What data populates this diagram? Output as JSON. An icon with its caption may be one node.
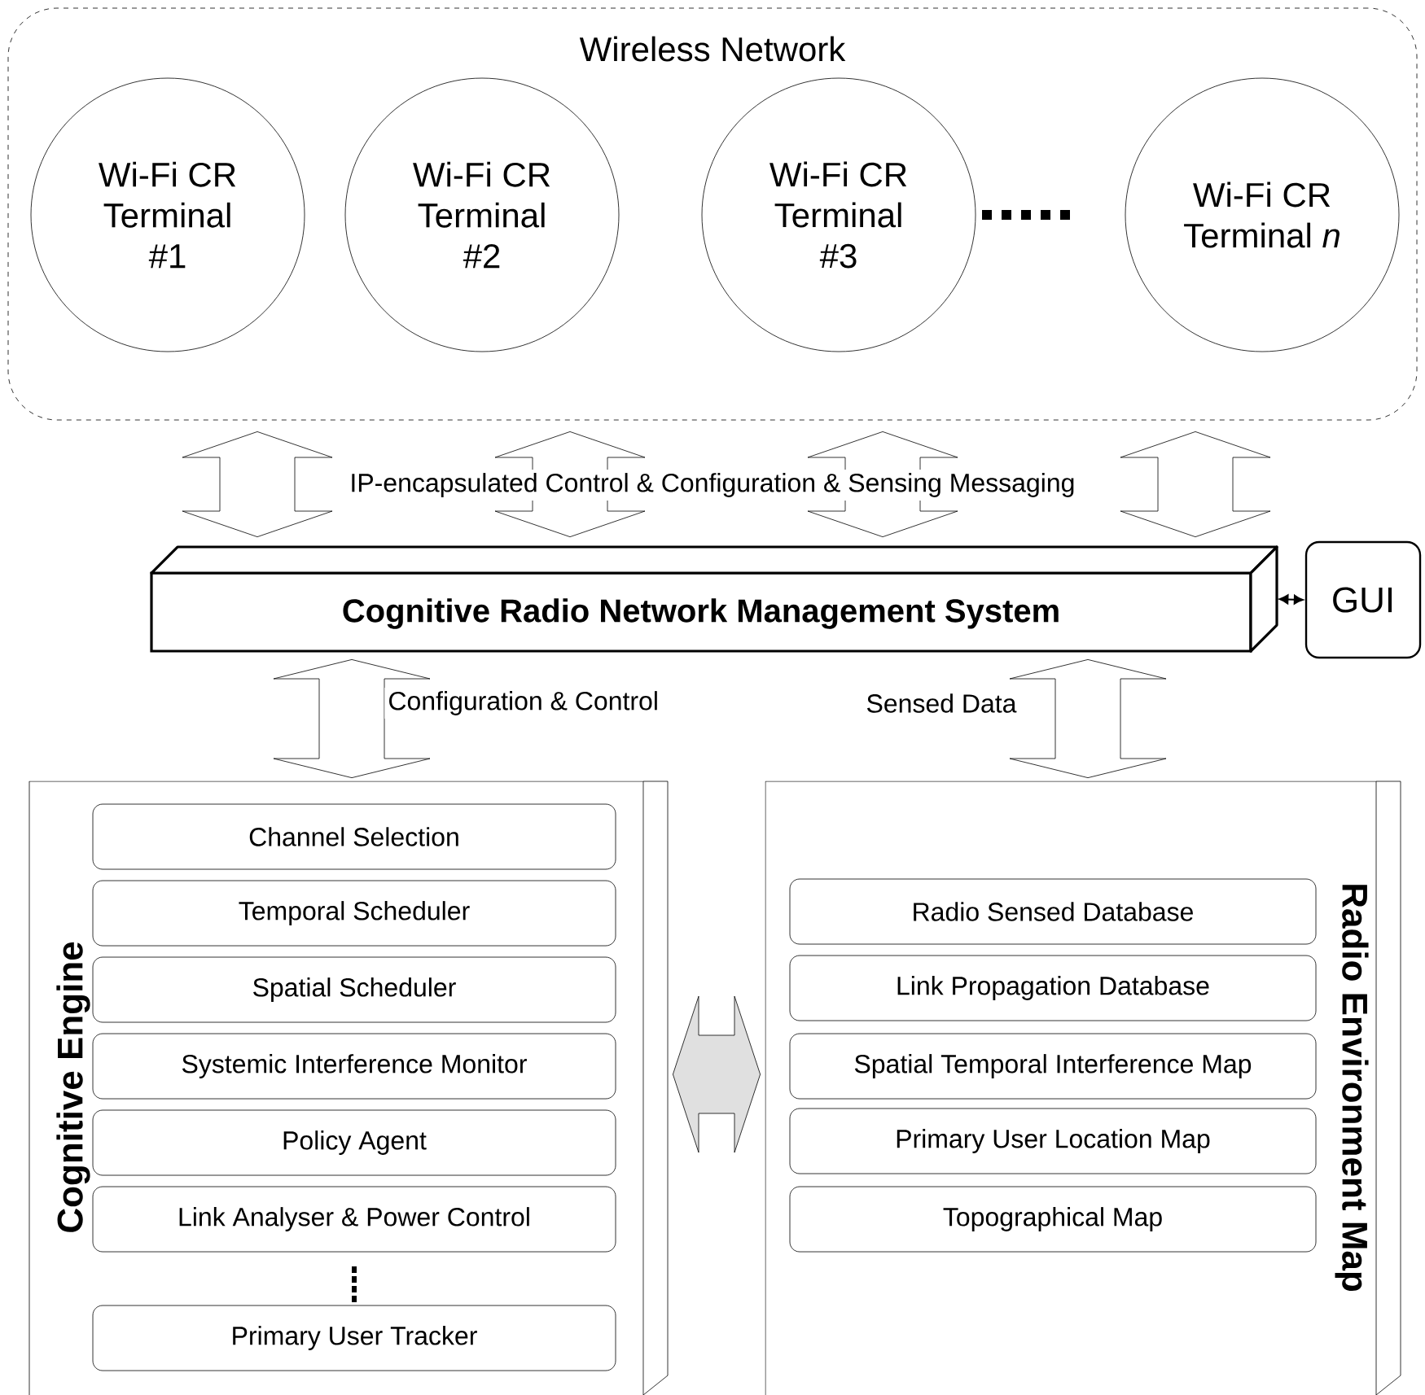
{
  "diagram": {
    "nodes": [
      {
        "text": [
          "Wireless Network"
        ]
      },
      {
        "text": [
          "Wi-Fi CR Terminal #1"
        ],
        "in": 0
      },
      {
        "text": [
          "Wi-Fi CR Terminal #2"
        ],
        "in": 0
      },
      {
        "text": [
          "Wi-Fi CR Terminal #3"
        ],
        "in": 0
      },
      {
        "text": [
          "Wi-Fi CR Terminal *n*"
        ],
        "in": 0
      },
      {
        "text": [
          "Cognitive Radio Network Management System"
        ]
      },
      {
        "text": [
          "GUI"
        ]
      },
      {
        "text": [
          "Cognitive Engine"
        ]
      },
      {
        "text": [
          "Channel Selection"
        ],
        "in": 7
      },
      {
        "text": [
          "Temporal Scheduler"
        ],
        "in": 7
      },
      {
        "text": [
          "Spatial Scheduler"
        ],
        "in": 7
      },
      {
        "text": [
          "Systemic Interference Monitor"
        ],
        "in": 7
      },
      {
        "text": [
          "Policy Agent"
        ],
        "in": 7
      },
      {
        "text": [
          "Link Analyser & Power Control"
        ],
        "in": 7
      },
      {
        "text": [
          "Primary User Tracker"
        ],
        "in": 7
      },
      {
        "text": [
          "Radio Environment Map"
        ]
      },
      {
        "text": [
          "Radio Sensed Database"
        ],
        "in": 15
      },
      {
        "text": [
          "Link Propagation Database"
        ],
        "in": 15
      },
      {
        "text": [
          "Spatial Temporal Interference Map"
        ],
        "in": 15
      },
      {
        "text": [
          "Primary User Location Map"
        ],
        "in": 15
      },
      {
        "text": [
          "Topographical Map"
        ],
        "in": 15
      }
    ],
    "edges": [
      {
        "from": 0,
        "to": 5,
        "arrow": "both",
        "style": "thick"
      },
      {
        "from": 0,
        "to": 5,
        "arrow": "both",
        "style": "thick"
      },
      {
        "from": 0,
        "to": 5,
        "arrow": "both",
        "style": "thick"
      },
      {
        "from": 0,
        "to": 5,
        "arrow": "both",
        "style": "thick"
      },
      {
        "from": 5,
        "to": 6,
        "arrow": "both"
      },
      {
        "from": 5,
        "to": 7,
        "arrow": "both",
        "style": "thick",
        "label": "Configuration & Control"
      },
      {
        "from": 5,
        "to": 15,
        "arrow": "both",
        "style": "thick",
        "label": "Sensed Data"
      },
      {
        "from": 7,
        "to": 15,
        "arrow": "both",
        "style": "thick",
        "color": "#e0e0e0"
      }
    ],
    "labels": [
      "IP-encapsulated Control & Configuration & Sensing Messaging"
    ]
  }
}
